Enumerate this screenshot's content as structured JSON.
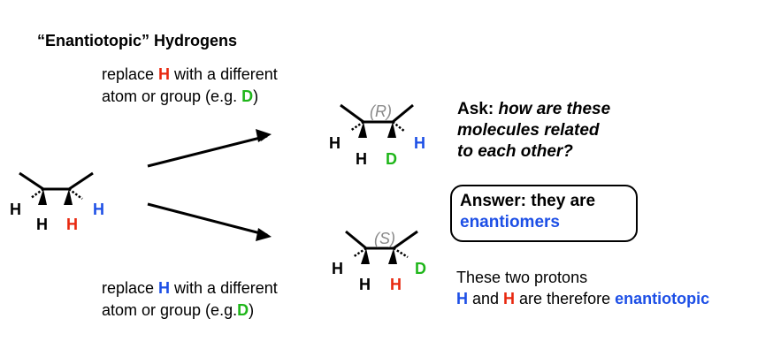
{
  "title": "“Enantiotopic” Hydrogens",
  "caption_top": {
    "line1_pre": "replace ",
    "line1_atom": "H",
    "line1_post": " with a different",
    "line2_pre": "atom or group (e.g. ",
    "line2_atom": "D",
    "line2_post": ")"
  },
  "caption_bottom": {
    "line1_pre": "replace ",
    "line1_atom": "H",
    "line1_post": " with a different",
    "line2_pre": "atom or group (e.g.",
    "line2_atom": "D",
    "line2_post": ")"
  },
  "ask": {
    "label": "Ask: ",
    "line1": "how are these",
    "line2": "molecules related",
    "line3": "to each other?"
  },
  "answer": {
    "line1": "Answer: they are",
    "line2": "enantiomers"
  },
  "conclusion": {
    "line1": "These two protons",
    "h1": "H",
    "and": " and ",
    "h2": "H",
    "mid": " are therefore ",
    "term": "enantiotopic"
  },
  "molecules": {
    "start": {
      "h_left": "H",
      "h_down_left": "H",
      "h_down_right": "H",
      "h_right": "H"
    },
    "top": {
      "stereo": "(R)",
      "h_left": "H",
      "h_down_left": "H",
      "d_down_right": "D",
      "h_right": "H"
    },
    "bottom": {
      "stereo": "(S)",
      "h_left": "H",
      "h_down_left": "H",
      "h_down_right": "H",
      "d_right": "D"
    }
  },
  "colors": {
    "red": "#e8280f",
    "blue": "#1d4fe6",
    "green": "#1fb61a",
    "gray": "#8a8a8a"
  }
}
